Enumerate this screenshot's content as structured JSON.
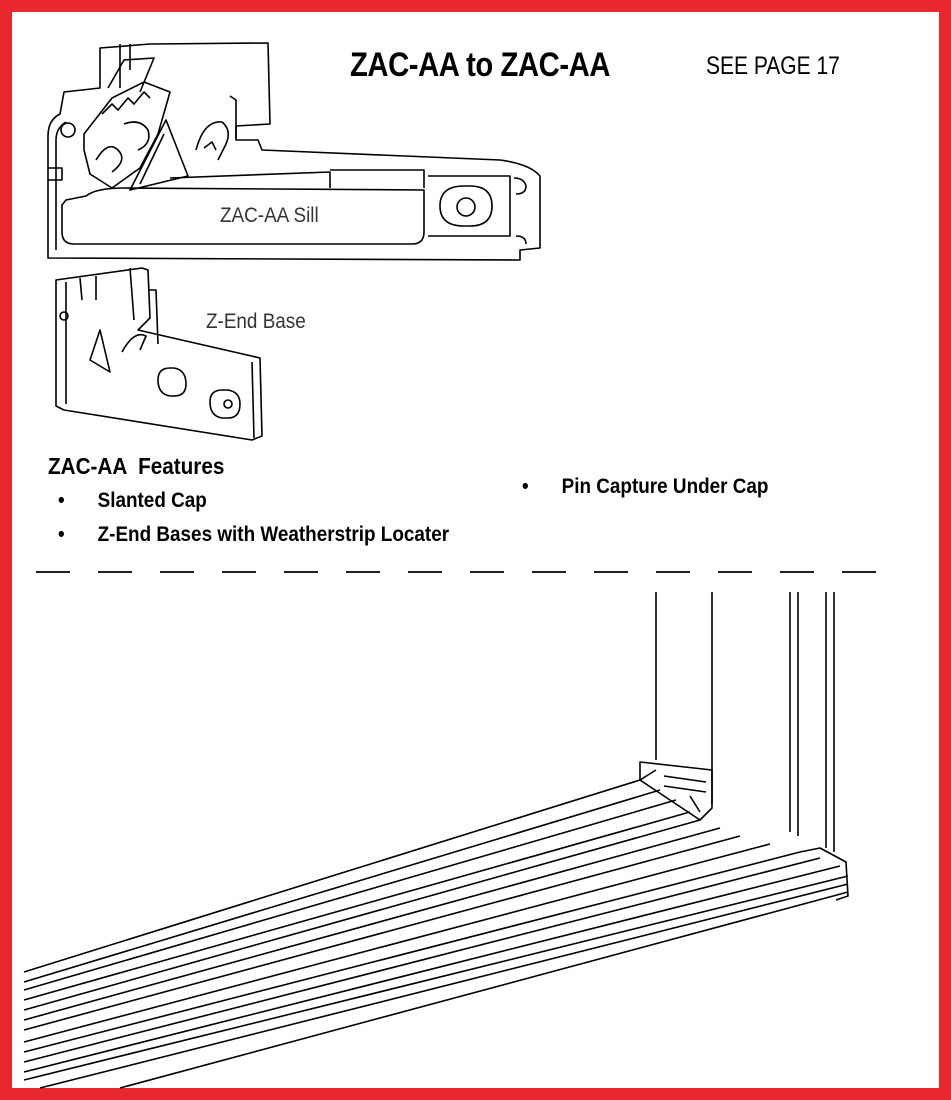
{
  "header": {
    "title": "ZAC-AA to ZAC-AA",
    "see_page": "SEE PAGE 17"
  },
  "diagram_labels": {
    "sill": "ZAC-AA Sill",
    "z_end_base": "Z-End Base"
  },
  "features": {
    "heading": "ZAC-AA  Features",
    "items": [
      "Slanted Cap",
      "Z-End Bases with Weatherstrip Locater",
      "Pin Capture Under Cap"
    ],
    "bullet_glyph": "•"
  },
  "colors": {
    "frame_border": "#e8282d",
    "line_art": "#000000"
  }
}
